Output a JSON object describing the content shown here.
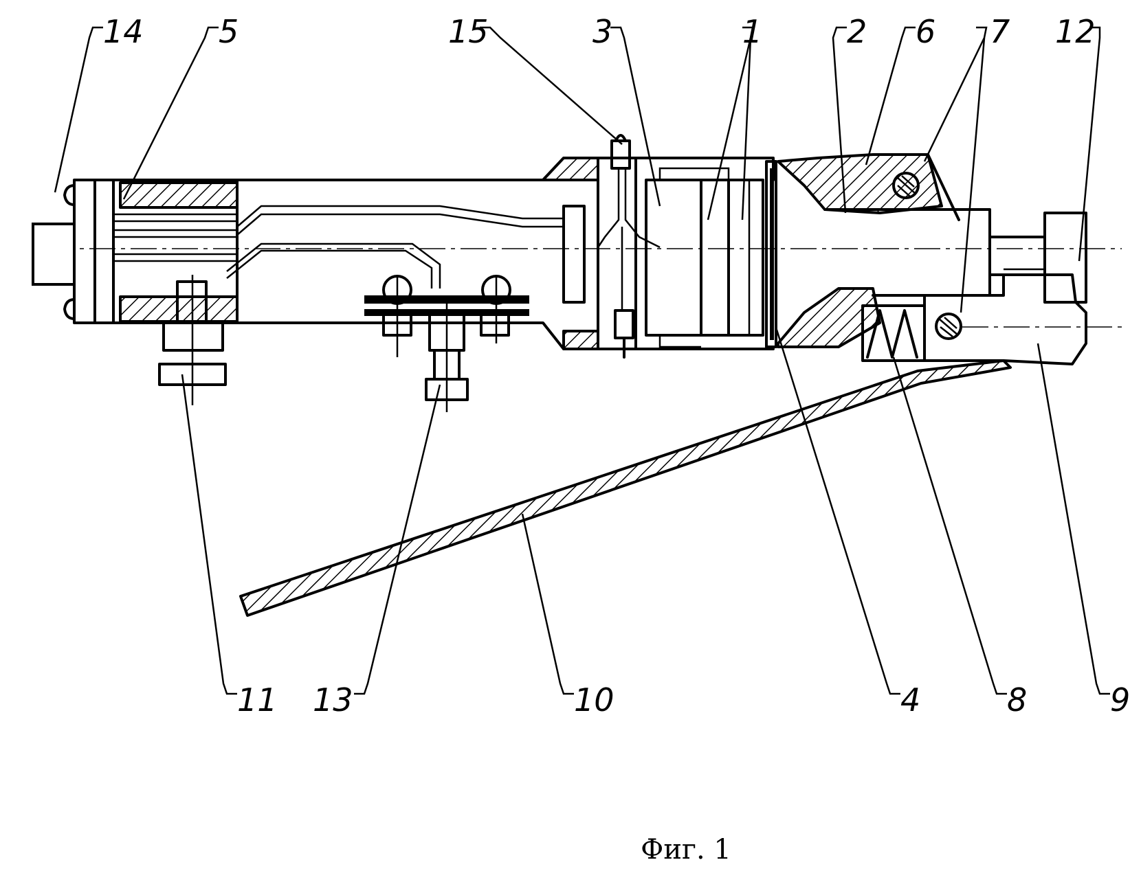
{
  "figure": {
    "caption": "Фиг. 1",
    "labels": {
      "l1": "1",
      "l2": "2",
      "l3": "3",
      "l4": "4",
      "l5": "5",
      "l6": "6",
      "l7": "7",
      "l8": "8",
      "l9": "9",
      "l10": "10",
      "l11": "11",
      "l12": "12",
      "l13": "13",
      "l14": "14",
      "l15": "15"
    }
  }
}
